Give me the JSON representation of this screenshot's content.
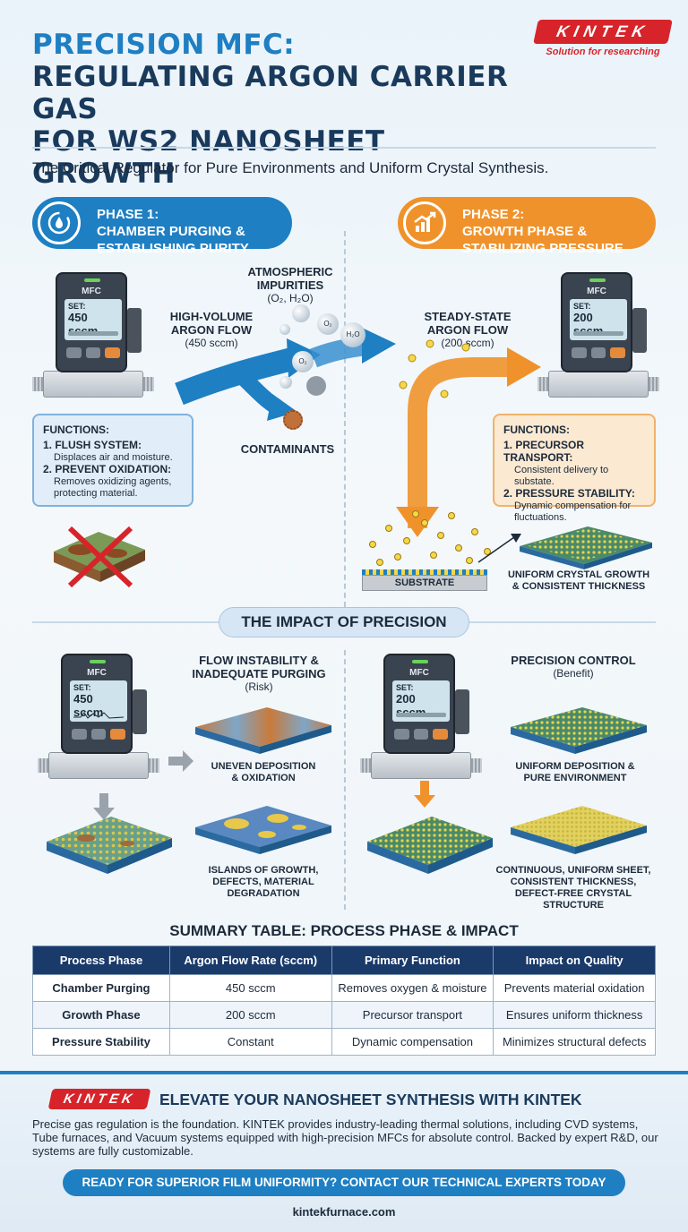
{
  "header": {
    "title_line1": "PRECISION MFC:",
    "title_line2": "REGULATING ARGON CARRIER GAS",
    "title_line3": "FOR WS2 NANOSHEET GROWTH",
    "subtitle": "The Critical Regulator for Pure Environments and Uniform Crystal Synthesis.",
    "logo_text": "KINTEK",
    "logo_tagline": "Solution for researching"
  },
  "colors": {
    "blue": "#1e7fc3",
    "navy": "#1a3a5c",
    "orange": "#f0922b",
    "red": "#d7242b"
  },
  "phase1": {
    "title_line1": "PHASE 1:",
    "title_line2": "CHAMBER PURGING &",
    "title_line3": "ESTABLISHING PURITY",
    "icon": "purge-drop-icon",
    "mfc_label": "MFC",
    "mfc_set": "SET:",
    "mfc_value": "450 sccm",
    "flow_label_line1": "HIGH-VOLUME",
    "flow_label_line2": "ARGON FLOW",
    "flow_rate": "(450 sccm)",
    "impurities_line1": "ATMOSPHERIC",
    "impurities_line2": "IMPURITIES",
    "impurities_formula": "(O₂, H₂O)",
    "bubble_o2": "O₂",
    "bubble_h2o": "H₂O",
    "contaminants": "CONTAMINANTS",
    "functions_heading": "FUNCTIONS:",
    "func1_title": "1. FLUSH SYSTEM:",
    "func1_desc": "Displaces air and moisture.",
    "func2_title": "2. PREVENT OXIDATION:",
    "func2_desc": "Removes oxidizing agents, protecting material."
  },
  "phase2": {
    "title_line1": "PHASE 2:",
    "title_line2": "GROWTH PHASE &",
    "title_line3": "STABILIZING PRESSURE",
    "icon": "growth-chart-icon",
    "mfc_label": "MFC",
    "mfc_set": "SET:",
    "mfc_value": "200 sccm",
    "flow_label_line1": "STEADY-STATE",
    "flow_label_line2": "ARGON FLOW",
    "flow_rate": "(200 sccm)",
    "functions_heading": "FUNCTIONS:",
    "func1_title": "1. PRECURSOR TRANSPORT:",
    "func1_desc": "Consistent delivery to substate.",
    "func2_title": "2. PRESSURE STABILITY:",
    "func2_desc": "Dynamic compensation for fluctuations.",
    "substrate": "SUBSTRATE",
    "result_line1": "UNIFORM CRYSTAL GROWTH",
    "result_line2": "& CONSISTENT THICKNESS"
  },
  "impact": {
    "heading": "THE IMPACT OF PRECISION",
    "risk": {
      "mfc_label": "MFC",
      "mfc_set": "SET:",
      "mfc_value": "450 sccm",
      "title_line1": "FLOW INSTABILITY &",
      "title_line2": "INADEQUATE PURGING",
      "tag": "(Risk)",
      "label1_line1": "UNEVEN DEPOSITION",
      "label1_line2": "& OXIDATION",
      "label2_line1": "ISLANDS OF GROWTH,",
      "label2_line2": "DEFECTS, MATERIAL",
      "label2_line3": "DEGRADATION"
    },
    "benefit": {
      "mfc_label": "MFC",
      "mfc_set": "SET:",
      "mfc_value": "200 sccm",
      "title": "PRECISION CONTROL",
      "tag": "(Benefit)",
      "label1_line1": "UNIFORM DEPOSITION &",
      "label1_line2": "PURE ENVIRONMENT",
      "label2_line1": "CONTINUOUS, UNIFORM SHEET,",
      "label2_line2": "CONSISTENT THICKNESS,",
      "label2_line3": "DEFECT-FREE CRYSTAL STRUCTURE"
    }
  },
  "summary": {
    "title": "SUMMARY TABLE: PROCESS PHASE & IMPACT",
    "headers": [
      "Process Phase",
      "Argon Flow Rate (sccm)",
      "Primary Function",
      "Impact on Quality"
    ],
    "rows": [
      [
        "Chamber Purging",
        "450 sccm",
        "Removes oxygen & moisture",
        "Prevents material oxidation"
      ],
      [
        "Growth Phase",
        "200 sccm",
        "Precursor transport",
        "Ensures uniform thickness"
      ],
      [
        "Pressure Stability",
        "Constant",
        "Dynamic compensation",
        "Minimizes structural defects"
      ]
    ]
  },
  "footer": {
    "logo_text": "KINTEK",
    "headline": "ELEVATE YOUR NANOSHEET SYNTHESIS WITH KINTEK",
    "body": "Precise gas regulation is the foundation. KINTEK provides industry-leading thermal solutions, including CVD systems, Tube furnaces, and Vacuum systems equipped with high-precision MFCs for absolute control. Backed by expert R&D, our systems are fully customizable.",
    "cta": "READY FOR SUPERIOR FILM UNIFORMITY? CONTACT OUR TECHNICAL EXPERTS TODAY",
    "url": "kintekfurnace.com"
  }
}
